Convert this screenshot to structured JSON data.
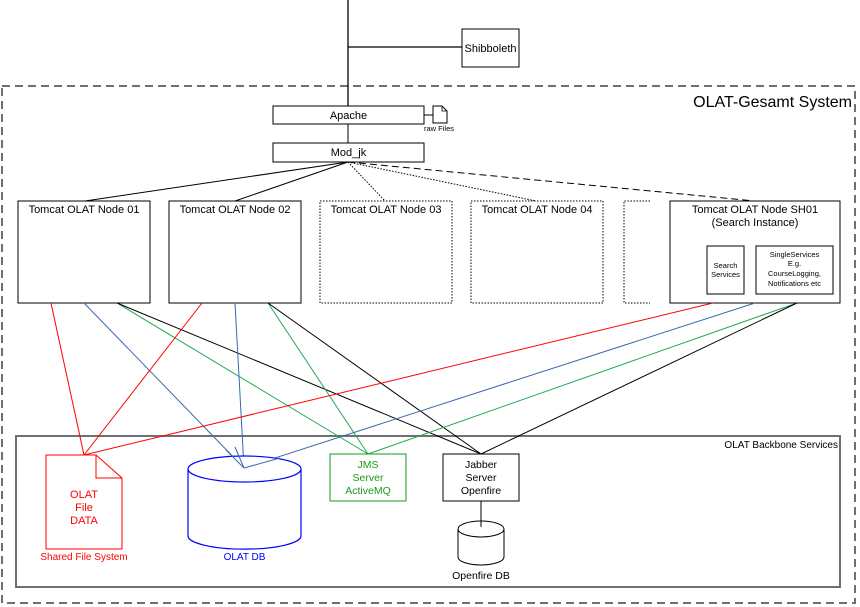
{
  "diagram": {
    "system_label": "OLAT-Gesamt System",
    "backbone_label": "OLAT Backbone Services",
    "shibboleth": "Shibboleth",
    "apache": "Apache",
    "raw_files": "raw Files",
    "mod_jk": "Mod_jk",
    "nodes": [
      {
        "label": "Tomcat OLAT Node 01",
        "style": "solid"
      },
      {
        "label": "Tomcat OLAT Node 02",
        "style": "solid"
      },
      {
        "label": "Tomcat OLAT Node 03",
        "style": "dotted"
      },
      {
        "label": "Tomcat OLAT Node 04",
        "style": "dotted"
      }
    ],
    "search_node": {
      "title_line1": "Tomcat OLAT Node SH01",
      "title_line2": "(Search Instance)",
      "search_services": [
        "Search",
        "Services"
      ],
      "single_services": [
        "SingleServices",
        "E.g.",
        "CourseLogging,",
        "Notifications etc"
      ]
    },
    "file_data": {
      "lines": [
        "OLAT",
        "File",
        "DATA"
      ],
      "caption": "Shared File System"
    },
    "olat_db": "OLAT DB",
    "jms": [
      "JMS",
      "Server",
      "ActiveMQ"
    ],
    "jabber": [
      "Jabber",
      "Server",
      "Openfire"
    ],
    "openfire_db": "Openfire DB",
    "colors": {
      "file": "#ff0000",
      "db": "#0000ff",
      "db_line": "#3a6ab0",
      "jms": "#1a9a1a",
      "jms_line": "#22aa55",
      "jabber": "#000000"
    }
  }
}
